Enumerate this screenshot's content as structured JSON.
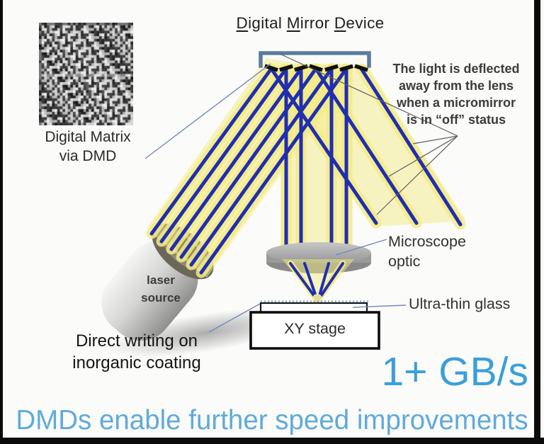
{
  "colors": {
    "accent": "#3b9fd9",
    "caption": "#5fabda",
    "beam": "#1f2eb2",
    "glow": "#f4eb85",
    "leader": "#7289c0"
  },
  "title": {
    "t1": "D",
    "t2": "igital ",
    "t3": "M",
    "t4": "irror ",
    "t5": "D",
    "t6": "evice"
  },
  "matrix": {
    "cols": 36,
    "rows": 38,
    "seed": 9,
    "label1": "Digital Matrix",
    "label2": "via DMD"
  },
  "off_note": {
    "line1": "The light is deflected",
    "line2": "away from the lens",
    "line3": "when a micromirror",
    "line4": "is in “off” status"
  },
  "laser": {
    "line1": "laser",
    "line2": "source"
  },
  "optic": {
    "line1": "Microscope",
    "line2": "optic"
  },
  "glass_label": "Ultra-thin glass",
  "stage_label": "XY stage",
  "direct": {
    "line1": "Direct writing on",
    "line2": "inorganic coating"
  },
  "speed_label": "1+ GB/s",
  "caption": "DMDs enable further speed improvements"
}
